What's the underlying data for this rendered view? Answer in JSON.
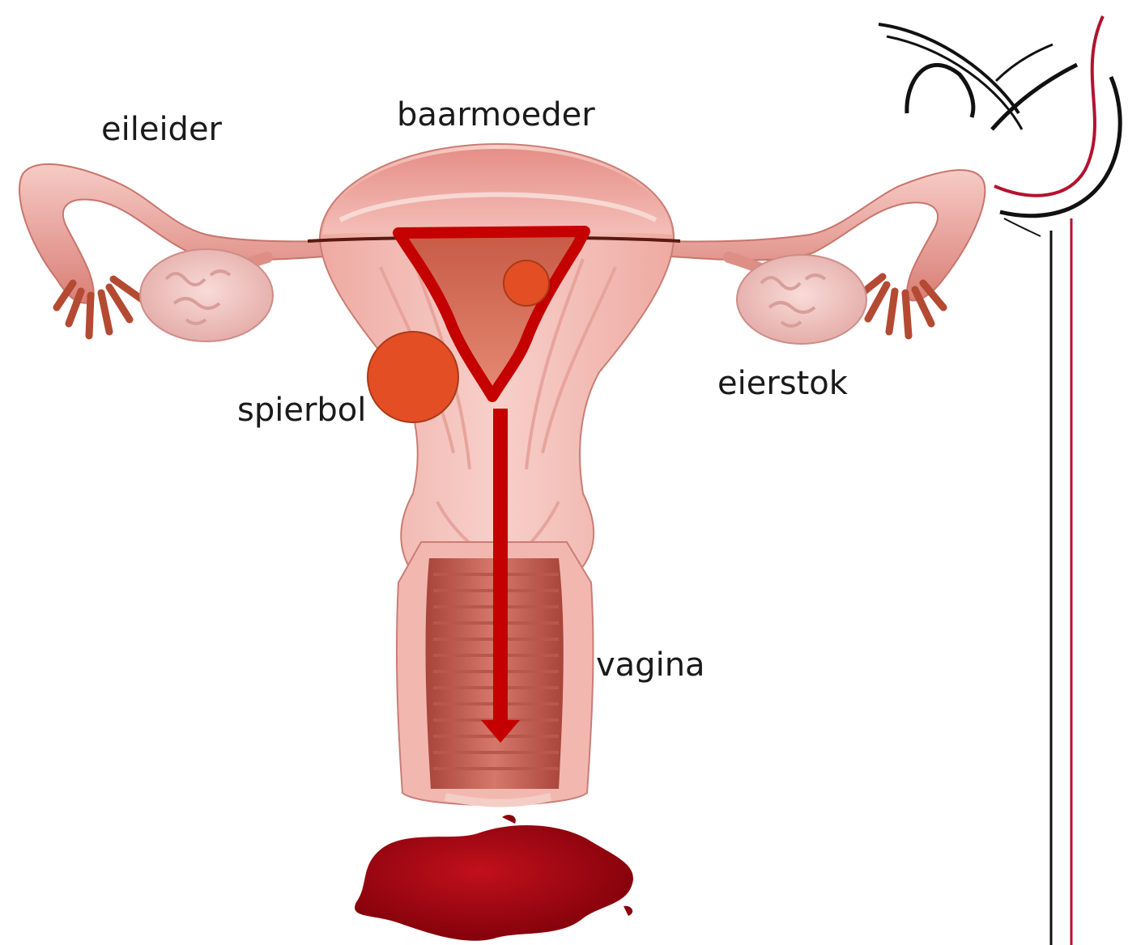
{
  "labels": {
    "fallopian_tube": "eileider",
    "uterus": "baarmoeder",
    "ovary": "eierstok",
    "fibroid": "spierbol",
    "vagina": "vagina"
  },
  "colors": {
    "tissue_light": "#f3c3be",
    "tissue_mid": "#e79b93",
    "tissue_dark": "#cf6f66",
    "ovary": "#f1c4c1",
    "cavity_outline": "#c40000",
    "flow_arrow": "#c40000",
    "fibroid_fill": "#e44e25",
    "fibroid_stroke": "#a83a17",
    "blood": "#a0000c",
    "logo_black": "#111111",
    "logo_red": "#b3122e",
    "label_text": "#1a1a1a"
  },
  "icons": {
    "logo": "uterus-swirl-logo",
    "arrow": "arrow-down-icon"
  }
}
